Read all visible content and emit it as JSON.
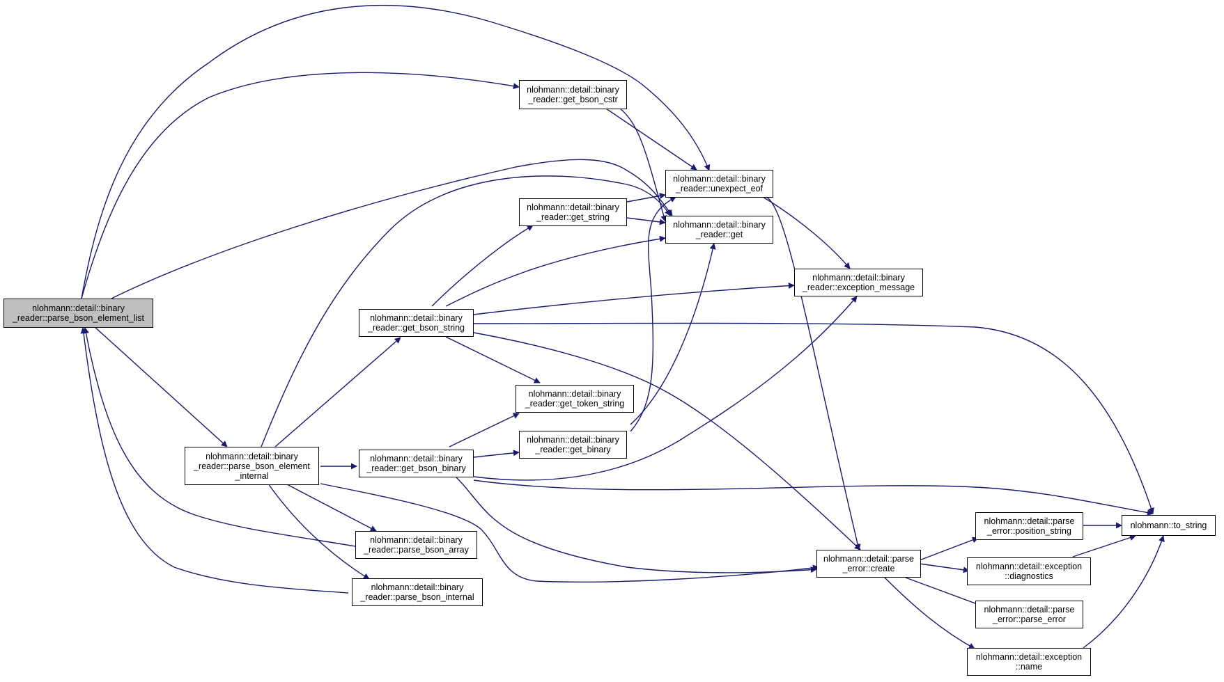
{
  "nodes": {
    "parse_bson_element_list": "nlohmann::detail::binary\n_reader::parse_bson_element_list",
    "get_bson_cstr": "nlohmann::detail::binary\n_reader::get_bson_cstr",
    "unexpect_eof": "nlohmann::detail::binary\n_reader::unexpect_eof",
    "get_string": "nlohmann::detail::binary\n_reader::get_string",
    "get": "nlohmann::detail::binary\n_reader::get",
    "exception_message": "nlohmann::detail::binary\n_reader::exception_message",
    "get_bson_string": "nlohmann::detail::binary\n_reader::get_bson_string",
    "get_token_string": "nlohmann::detail::binary\n_reader::get_token_string",
    "get_binary": "nlohmann::detail::binary\n_reader::get_binary",
    "parse_bson_element_internal": "nlohmann::detail::binary\n_reader::parse_bson_element\n_internal",
    "get_bson_binary": "nlohmann::detail::binary\n_reader::get_bson_binary",
    "parse_bson_array": "nlohmann::detail::binary\n_reader::parse_bson_array",
    "parse_bson_internal": "nlohmann::detail::binary\n_reader::parse_bson_internal",
    "parse_error_create": "nlohmann::detail::parse\n_error::create",
    "position_string": "nlohmann::detail::parse\n_error::position_string",
    "to_string": "nlohmann::to_string",
    "diagnostics": "nlohmann::detail::exception\n::diagnostics",
    "parse_error": "nlohmann::detail::parse\n_error::parse_error",
    "name": "nlohmann::detail::exception\n::name"
  },
  "colors": {
    "edge": "#191970",
    "root_fill": "#bfbfbf",
    "node_fill": "#ffffff"
  }
}
